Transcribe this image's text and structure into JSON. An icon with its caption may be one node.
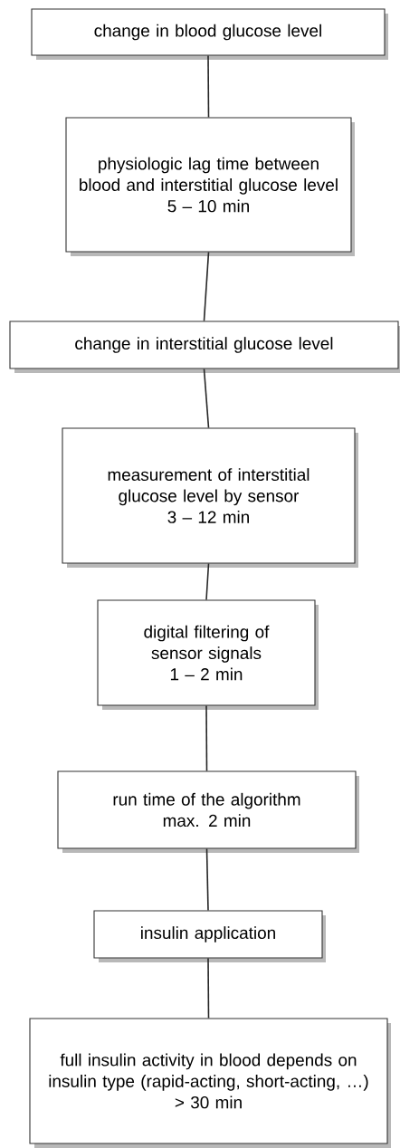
{
  "diagram": {
    "nodes": [
      {
        "text": [
          "change in blood glucose level"
        ]
      },
      {
        "text": [
          "physiologic lag time between blood and interstitial glucose level",
          "5 – 10 min"
        ]
      },
      {
        "text": [
          "change in interstitial glucose level"
        ]
      },
      {
        "text": [
          "measurement of interstitial glucose level by sensor",
          "3 – 12 min"
        ]
      },
      {
        "text": [
          "digital filtering of sensor signals",
          "1 – 2 min"
        ]
      },
      {
        "text": [
          "run time of the algorithm",
          "max. 2 min"
        ]
      },
      {
        "text": [
          "insulin application"
        ]
      },
      {
        "text": [
          "full insulin activity in blood depends on insulin type (rapid-acting, short-acting, …)",
          "> 30 min"
        ]
      }
    ],
    "edges": [
      {
        "from": 0,
        "to": 1,
        "arrow": "none"
      },
      {
        "from": 1,
        "to": 2,
        "arrow": "none"
      },
      {
        "from": 2,
        "to": 3,
        "arrow": "none"
      },
      {
        "from": 3,
        "to": 4,
        "arrow": "none"
      },
      {
        "from": 4,
        "to": 5,
        "arrow": "none"
      },
      {
        "from": 5,
        "to": 6,
        "arrow": "none"
      },
      {
        "from": 6,
        "to": 7,
        "arrow": "none"
      }
    ]
  }
}
